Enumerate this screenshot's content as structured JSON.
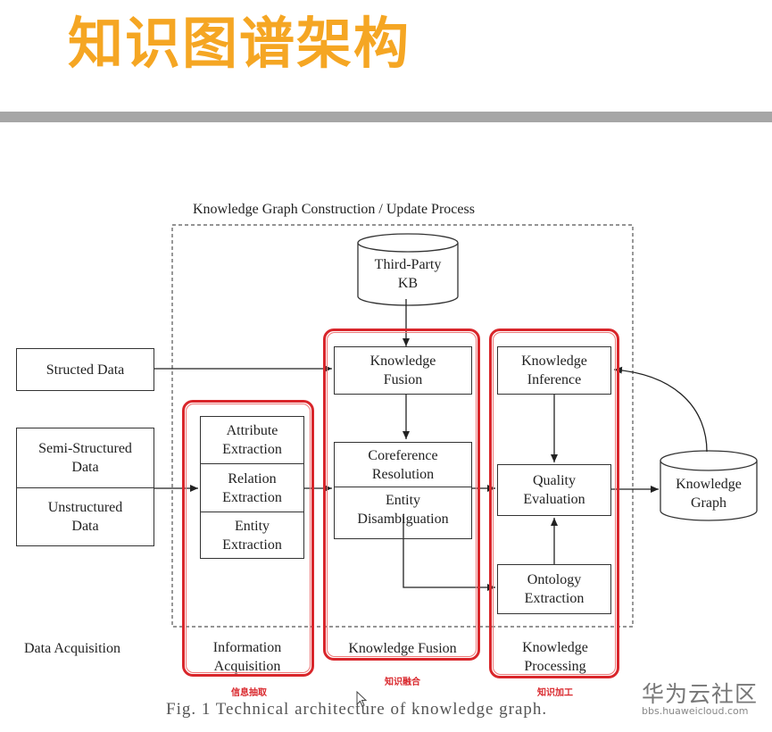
{
  "slide_title": "知识图谱架构",
  "diagram": {
    "process_label": "Knowledge Graph Construction / Update Process",
    "sources": {
      "structured": "Structed Data",
      "semi_structured": "Semi-Structured\nData",
      "unstructured": "Unstructured\nData",
      "third_party_kb": "Third-Party\nKB",
      "knowledge_graph": "Knowledge\nGraph"
    },
    "information_acquisition": {
      "attribute": "Attribute\nExtraction",
      "relation": "Relation\nExtraction",
      "entity": "Entity\nExtraction"
    },
    "knowledge_fusion": {
      "fusion": "Knowledge\nFusion",
      "coreference": "Coreference\nResolution",
      "disambiguation": "Entity\nDisambiguation"
    },
    "knowledge_processing": {
      "inference": "Knowledge\nInference",
      "quality": "Quality\nEvaluation",
      "ontology": "Ontology\nExtraction"
    },
    "stage_labels": {
      "data_acquisition": "Data Acquisition",
      "information_acquisition": "Information\nAcquisition",
      "knowledge_fusion": "Knowledge Fusion",
      "knowledge_processing": "Knowledge\nProcessing"
    },
    "annotations": {
      "information_extraction_cn": "信息抽取",
      "knowledge_fusion_cn": "知识融合",
      "knowledge_processing_cn": "知识加工"
    },
    "caption": "Fig. 1   Technical architecture of knowledge graph."
  },
  "watermark": {
    "brand": "华为云社区",
    "url": "bbs.huaweicloud.com"
  },
  "colors": {
    "title": "#f5a623",
    "highlight": "#d9262b",
    "bar": "#a6a6a6"
  }
}
